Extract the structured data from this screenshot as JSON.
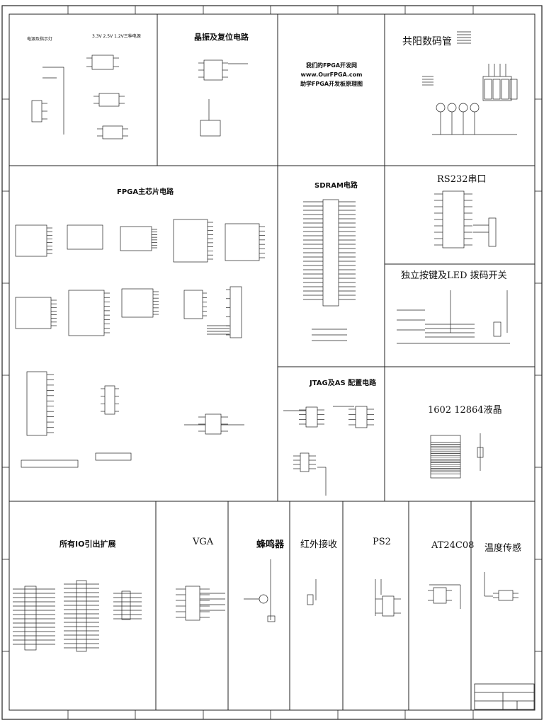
{
  "sections": {
    "power": {
      "title": "电源及指示灯",
      "subtitle": "3.3V 2.5V 1.2V三种电源"
    },
    "clock": {
      "title": "晶振及复位电路"
    },
    "brand": {
      "line1": "我们的FPGA开发网",
      "line2": "www.OurFPGA.com",
      "line3": "助学FPGA开发板原理图"
    },
    "seg": {
      "title": "共阳数码管"
    },
    "fpga": {
      "title": "FPGA主芯片电路"
    },
    "sdram": {
      "title": "SDRAM电路"
    },
    "rs232": {
      "title": "RS232串口"
    },
    "keys": {
      "title": "独立按键及LED 拨码开关"
    },
    "jtag": {
      "title": "JTAG及AS 配置电路"
    },
    "lcd": {
      "title": "1602 12864液晶"
    },
    "io": {
      "title": "所有IO引出扩展"
    },
    "vga": {
      "title": "VGA"
    },
    "buzzer": {
      "title": "蜂鸣器"
    },
    "ir": {
      "title": "红外接收"
    },
    "ps2": {
      "title": "PS2"
    },
    "eeprom": {
      "title": "AT24C08"
    },
    "temp": {
      "title": "温度传感"
    }
  },
  "colors": {
    "line": "#222222",
    "background": "#ffffff"
  }
}
